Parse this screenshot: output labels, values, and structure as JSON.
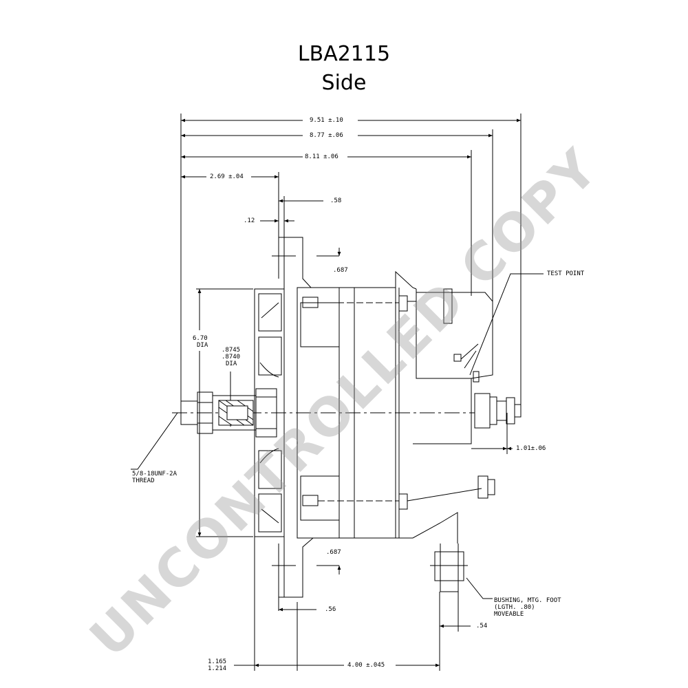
{
  "title": {
    "line1": "LBA2115",
    "line2": "Side"
  },
  "watermark": "UNCONTROLLED COPY",
  "dimensions": {
    "overall_length": "9.51 ±.10",
    "length_b": "8.77 ±.06",
    "length_c": "8.11 ±.06",
    "flange_offset": "2.69 ±.04",
    "flange_width": ".58",
    "flange_gap": ".12",
    "top_ear_offset": ".687",
    "bottom_ear_offset": ".687",
    "pulley_dia_value": "6.70",
    "pulley_dia_unit": "DIA",
    "shaft_dia_max": ".8745",
    "shaft_dia_min": ".8740",
    "shaft_dia_unit": "DIA",
    "rear_stud_offset": "1.01±.06",
    "bottom_ear_width": ".56",
    "foot_width": ".54",
    "mount_span": "4.00 ±.045",
    "front_offset_1": "1.165",
    "front_offset_2": "1.214"
  },
  "callouts": {
    "test_point": "TEST POINT",
    "thread_line1": "5/8-18UNF-2A",
    "thread_line2": "THREAD",
    "bushing_line1": "BUSHING, MTG. FOOT",
    "bushing_line2": "(LGTH. .80)",
    "bushing_line3": "MOVEABLE"
  }
}
